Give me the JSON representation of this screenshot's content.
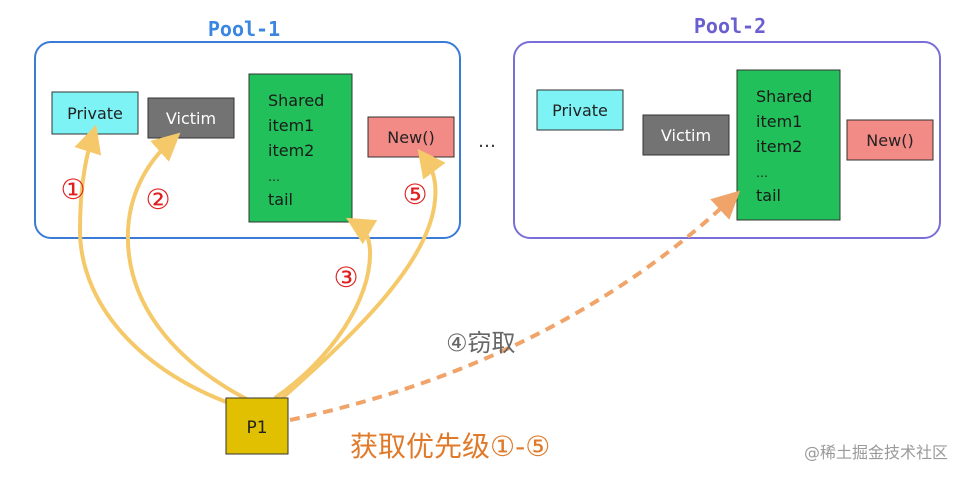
{
  "pools": [
    {
      "title": "Pool-1",
      "private_label": "Private",
      "victim_label": "Victim",
      "shared_lines": [
        "Shared",
        "item1",
        "item2",
        "…",
        "tail"
      ],
      "new_label": "New()"
    },
    {
      "title": "Pool-2",
      "private_label": "Private",
      "victim_label": "Victim",
      "shared_lines": [
        "Shared",
        "item1",
        "item2",
        "…",
        "tail"
      ],
      "new_label": "New()"
    }
  ],
  "ellipsis": "…",
  "processor_label": "P1",
  "steps": {
    "s1": "①",
    "s2": "②",
    "s3": "③",
    "s5": "⑤",
    "steal": "④窃取"
  },
  "caption": "获取优先级①-⑤",
  "watermark": "@稀土掘金技术社区",
  "colors": {
    "private": "#7ef3f6",
    "victim": "#737373",
    "shared": "#22c05a",
    "new": "#f28a86",
    "processor": "#e0c000",
    "pool1_border": "#3a7bd5",
    "pool2_border": "#7a6fd6",
    "arrow": "#f5c96a",
    "steal_arrow": "#f0a46a",
    "red": "#e02020",
    "caption": "#e07a2a"
  }
}
